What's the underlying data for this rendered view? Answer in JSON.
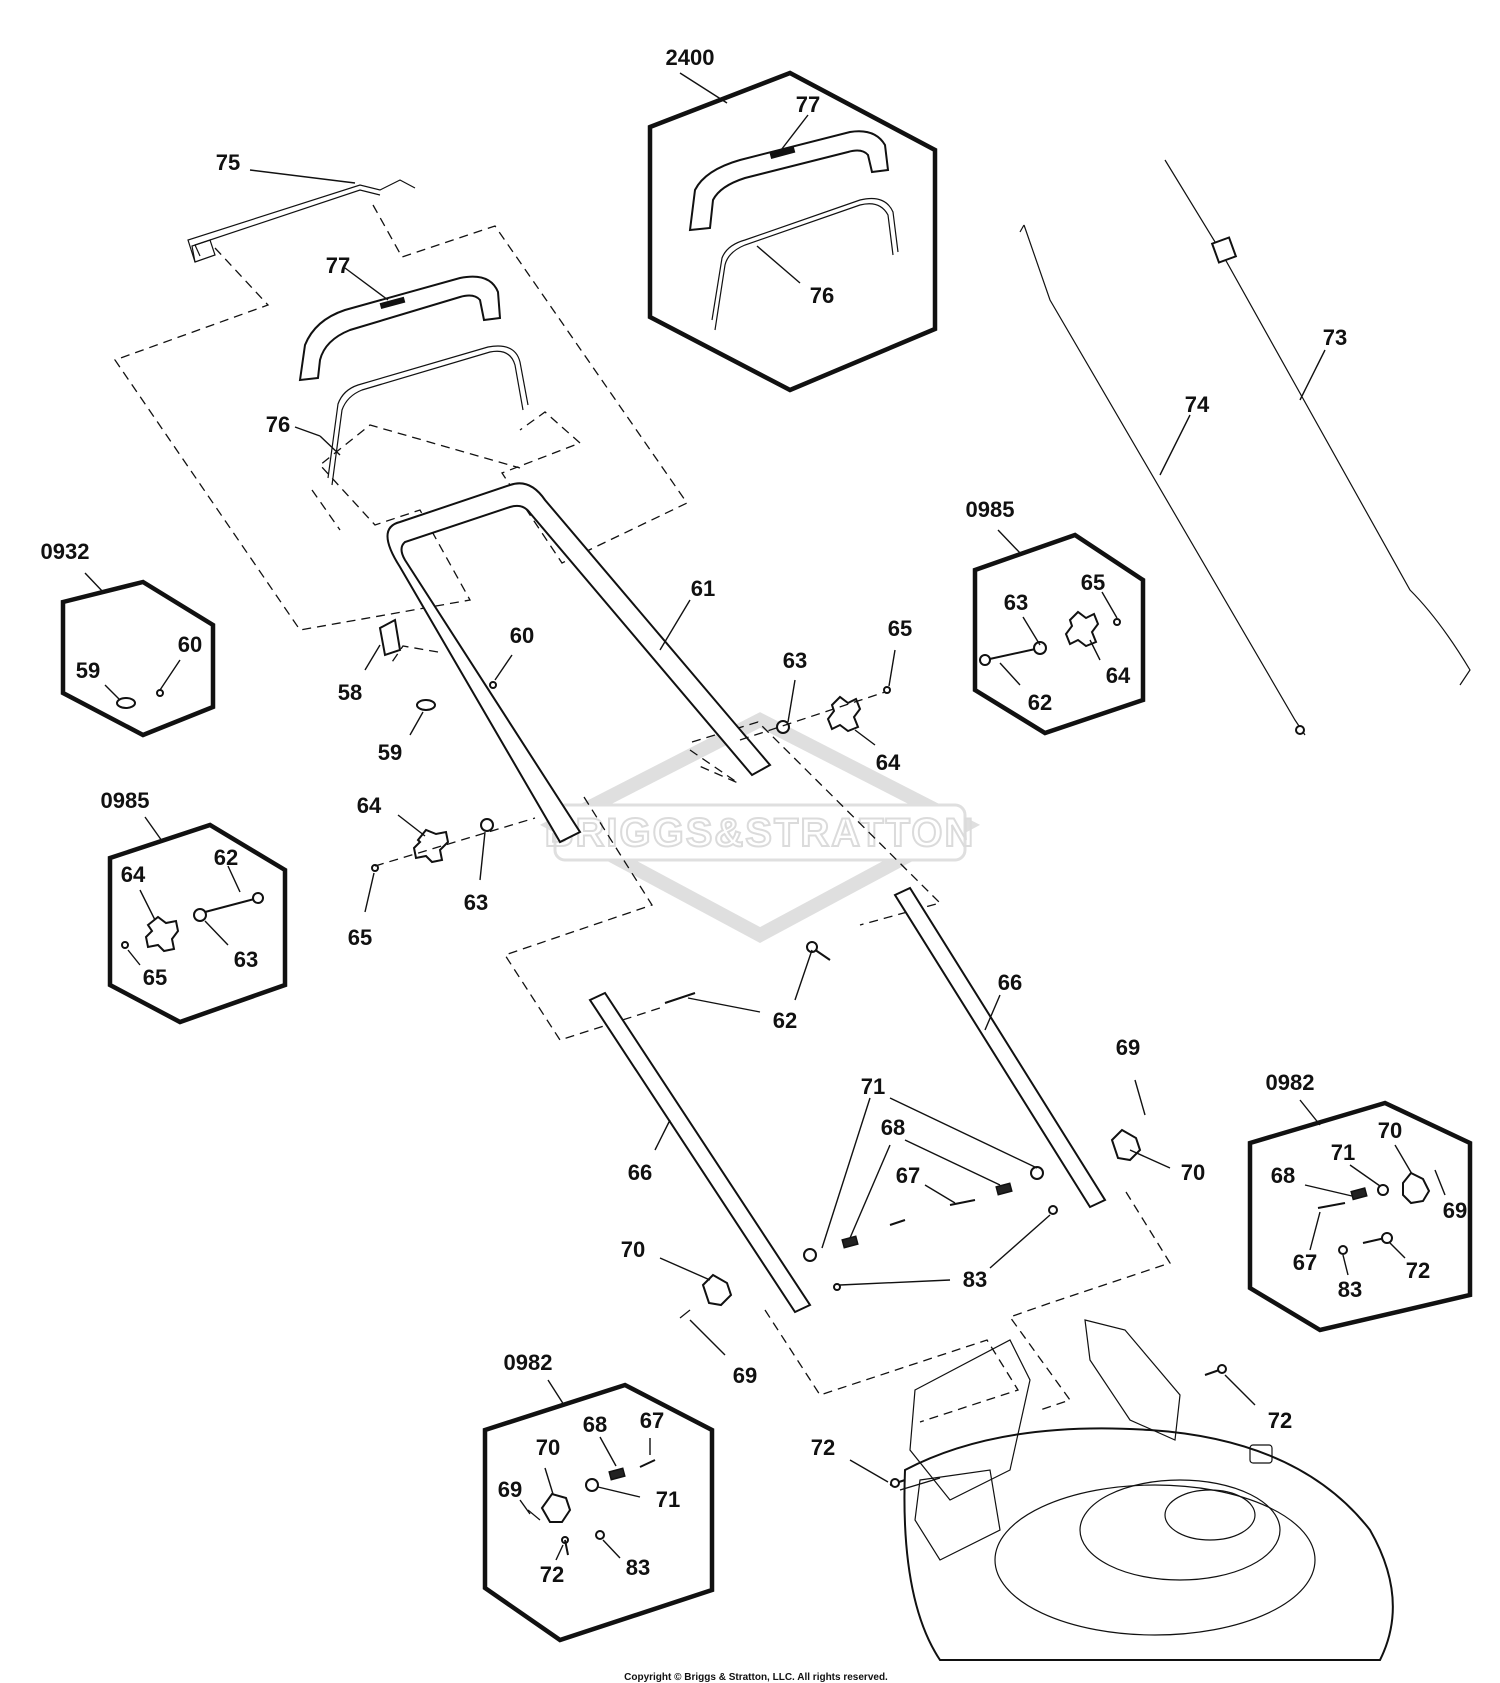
{
  "watermark": "BRIGGS&STRATTON",
  "copyright": "Copyright © Briggs & Stratton, LLC. All rights reserved.",
  "kits": [
    {
      "id": "2400",
      "label": "2400"
    },
    {
      "id": "0932",
      "label": "0932"
    },
    {
      "id": "0985a",
      "label": "0985"
    },
    {
      "id": "0985b",
      "label": "0985"
    },
    {
      "id": "0982a",
      "label": "0982"
    },
    {
      "id": "0982b",
      "label": "0982"
    }
  ],
  "callouts": {
    "c75": "75",
    "c77a": "77",
    "c76a": "76",
    "c77b": "77",
    "c76b": "76",
    "c74": "74",
    "c73": "73",
    "c0985_63": "63",
    "c0985_65": "65",
    "c0985_62": "62",
    "c0985_64": "64",
    "c0932_59": "59",
    "c0932_60": "60",
    "c61": "61",
    "c58": "58",
    "c60": "60",
    "c59": "59",
    "c63a": "63",
    "c65a": "65",
    "c64a": "64",
    "c64b": "64",
    "c63b": "63",
    "c65b": "65",
    "cL64": "64",
    "cL62": "62",
    "cL65": "65",
    "cL63": "63",
    "c62a": "62",
    "c66a": "66",
    "c66b": "66",
    "c69a": "69",
    "c71a": "71",
    "c68a": "68",
    "c67a": "67",
    "c70a": "70",
    "c70b": "70",
    "c83a": "83",
    "c69b": "69",
    "c72a": "72",
    "c72b": "72",
    "cR68": "68",
    "cR71": "71",
    "cR70": "70",
    "cR69": "69",
    "cR67": "67",
    "cR83": "83",
    "cR72": "72",
    "cB68": "68",
    "cB67": "67",
    "cB70": "70",
    "cB69": "69",
    "cB71": "71",
    "cB72": "72",
    "cB83": "83"
  }
}
